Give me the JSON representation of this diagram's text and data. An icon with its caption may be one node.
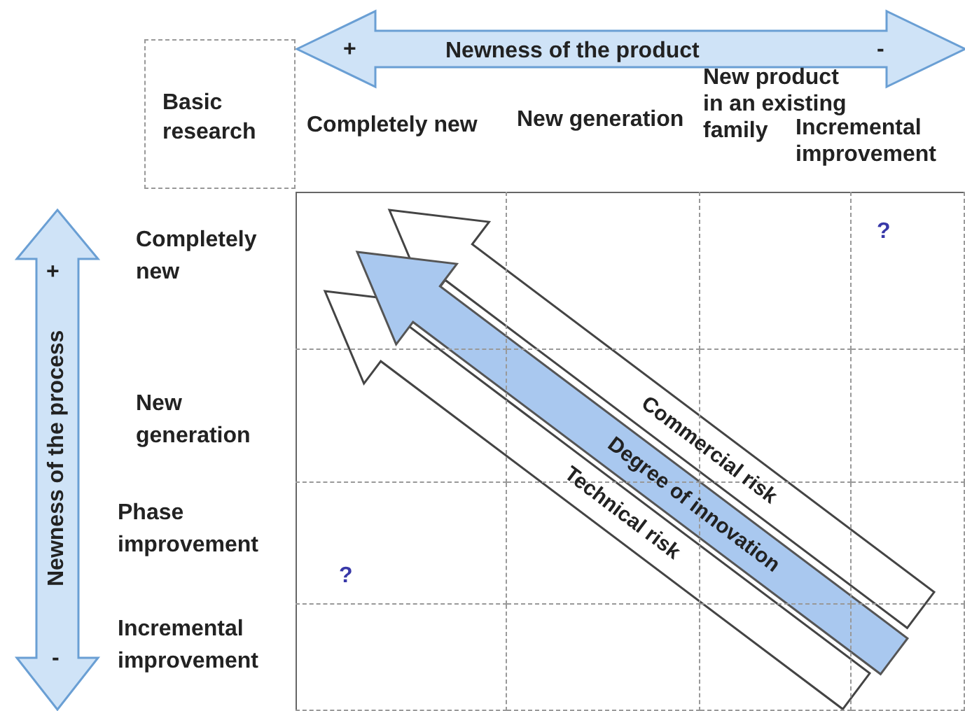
{
  "diagram": {
    "nodes": [
      {
        "text": [
          "Basic research"
        ]
      }
    ],
    "labels": [
      "+",
      "Newness of the product",
      "-",
      "Completely new",
      "New generation",
      "New product in an existing family",
      "Incremental improvement",
      "+",
      "Newness of the process",
      "-",
      "Completely new",
      "New generation",
      "Phase improvement",
      "Incremental improvement",
      "?",
      "?",
      "Commercial risk",
      "Degree of innovation",
      "Technical risk"
    ]
  }
}
